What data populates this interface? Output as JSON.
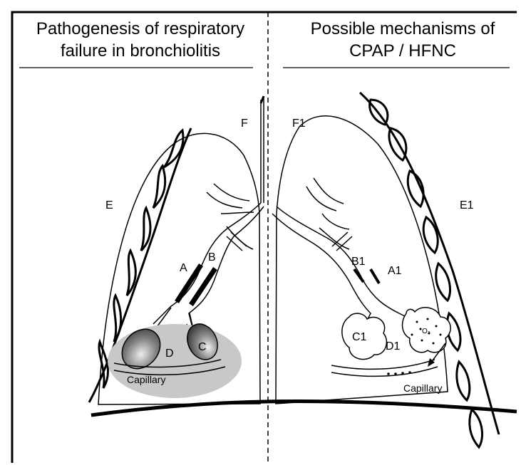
{
  "left_panel": {
    "title_line1": "Pathogenesis of respiratory",
    "title_line2": "failure in bronchiolitis",
    "labels": {
      "a": "A",
      "b": "B",
      "c": "C",
      "d": "D",
      "e": "E",
      "f": "F",
      "capillary": "Capillary"
    }
  },
  "right_panel": {
    "title_line1": "Possible mechanisms of",
    "title_line2": "CPAP / HFNC",
    "labels": {
      "a1": "A1",
      "b1": "B1",
      "c1": "C1",
      "d1": "D1",
      "e1": "E1",
      "f1": "F1",
      "o2": "O₂",
      "capillary": "Capillary"
    }
  },
  "colors": {
    "ink": "#000000",
    "inflammation_shade": "#c8c8c8",
    "alveolus_dark": "#6a6a6a"
  }
}
